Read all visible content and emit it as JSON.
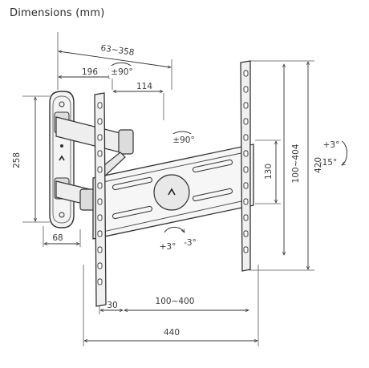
{
  "title": "Dimensions (mm)",
  "dimensions": {
    "arm_extension": "63~358",
    "arm_length": "196",
    "swivel_arm": "±90°",
    "swivel_offset": "114",
    "swivel_head": "±90°",
    "wall_plate_height": "258",
    "wall_plate_width": "68",
    "bracket_height": "420",
    "vesa_vertical": "100~404",
    "cross_bar_height": "130",
    "tilt_up": "+3°",
    "tilt_down": "-15°",
    "rotation_plus": "+3°",
    "rotation_minus": "-3°",
    "rail_offset": "30",
    "vesa_horizontal": "100~400",
    "total_width": "440"
  }
}
